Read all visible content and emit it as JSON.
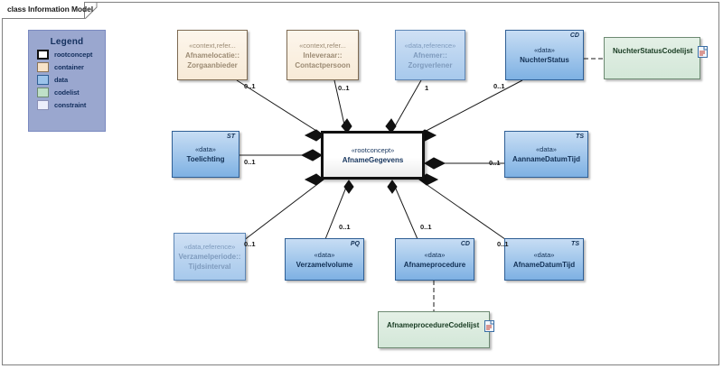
{
  "frame": {
    "title": "class Information Model"
  },
  "legend": {
    "title": "Legend",
    "items": [
      {
        "label": "rootconcept",
        "color": "#ffffff",
        "border": "#111111"
      },
      {
        "label": "container",
        "color": "#f7e3c9",
        "border": "#8a7357"
      },
      {
        "label": "data",
        "color": "#9cc3ea",
        "border": "#2f5f95"
      },
      {
        "label": "codelist",
        "color": "#bfe0c8",
        "border": "#6d8a72"
      },
      {
        "label": "constraint",
        "color": "#eceefb",
        "border": "#8a8fb5"
      }
    ]
  },
  "nodes": [
    {
      "id": "zorgaanbieder",
      "kind": "container-faded",
      "stereotype": "«context,refer...",
      "name_lines": [
        "Afnamelocatie::",
        "Zorgaanbieder"
      ],
      "tag": ""
    },
    {
      "id": "contactpersoon",
      "kind": "container-faded",
      "stereotype": "«context,refer...",
      "name_lines": [
        "Inleveraar::",
        "Contactpersoon"
      ],
      "tag": ""
    },
    {
      "id": "zorgverlener",
      "kind": "data",
      "stereotype": "«data,reference»",
      "name_lines": [
        "Afnemer::",
        "Zorgverlener"
      ],
      "tag": ""
    },
    {
      "id": "nuchterstatus",
      "kind": "data",
      "stereotype": "«data»",
      "name_lines": [
        "NuchterStatus"
      ],
      "tag": "CD"
    },
    {
      "id": "nuchterstatuscodelijst",
      "kind": "codelist",
      "stereotype": "",
      "name_lines": [
        "NuchterStatusCodelijst"
      ],
      "tag": ""
    },
    {
      "id": "toelichting",
      "kind": "data",
      "stereotype": "«data»",
      "name_lines": [
        "Toelichting"
      ],
      "tag": "ST"
    },
    {
      "id": "afnamegegevens",
      "kind": "rootconcept",
      "stereotype": "«rootconcept»",
      "name_lines": [
        "AfnameGegevens"
      ],
      "tag": ""
    },
    {
      "id": "aannamedatumtijd",
      "kind": "data",
      "stereotype": "«data»",
      "name_lines": [
        "AannameDatumTijd"
      ],
      "tag": "TS"
    },
    {
      "id": "tijdsinterval",
      "kind": "data-faded",
      "stereotype": "«data,reference»",
      "name_lines": [
        "Verzamelperiode::",
        "Tijdsinterval"
      ],
      "tag": ""
    },
    {
      "id": "verzamelvolume",
      "kind": "data",
      "stereotype": "«data»",
      "name_lines": [
        "Verzamelvolume"
      ],
      "tag": "PQ"
    },
    {
      "id": "afnameprocedure",
      "kind": "data",
      "stereotype": "«data»",
      "name_lines": [
        "Afnameprocedure"
      ],
      "tag": "CD"
    },
    {
      "id": "afnamedatumtijd",
      "kind": "data",
      "stereotype": "«data»",
      "name_lines": [
        "AfnameDatumTijd"
      ],
      "tag": "TS"
    },
    {
      "id": "afnameprocedurecodelijst",
      "kind": "codelist",
      "stereotype": "",
      "name_lines": [
        "AfnameprocedureCodelijst"
      ],
      "tag": ""
    }
  ],
  "multiplicities": {
    "zorgaanbieder": "0..1",
    "contactpersoon": "0..1",
    "zorgverlener": "1",
    "nuchterstatus": "0..1",
    "toelichting": "0..1",
    "aannamedatumtijd": "0..1",
    "tijdsinterval": "0..1",
    "verzamelvolume": "0..1",
    "afnameprocedure": "0..1",
    "afnamedatumtijd": "0..1"
  }
}
